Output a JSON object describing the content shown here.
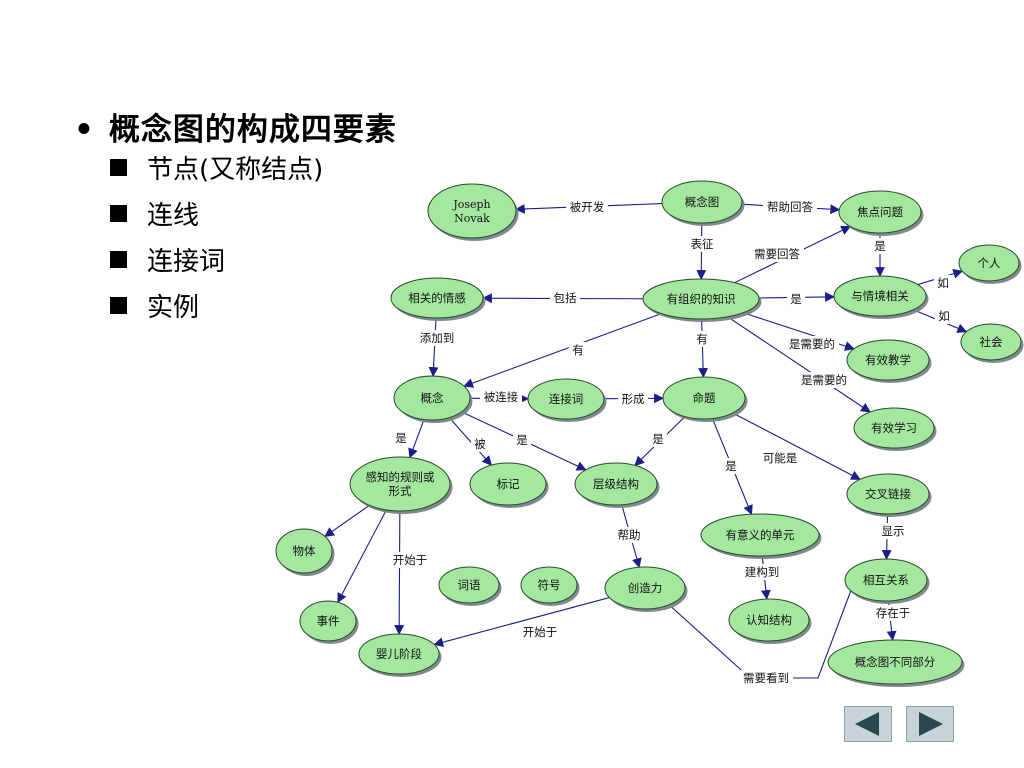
{
  "slide": {
    "title": "概念图的构成四要素",
    "bullet_glyph": "•",
    "bullets": [
      "节点(又称结点)",
      "连线",
      "连接词",
      "实例"
    ]
  },
  "colors": {
    "node_fill": "#a4e8a0",
    "node_stroke": "#2b4a2b",
    "node_shadow": "#7f8a8f",
    "edge": "#1a1d8a",
    "label": "#111111",
    "nav_button": "#c8d3d8",
    "nav_arrow": "#2a4750"
  },
  "nodes": [
    {
      "id": "novak",
      "label": "Joseph\nNovak"
    },
    {
      "id": "concept_map",
      "label": "概念图"
    },
    {
      "id": "focus_question",
      "label": "焦点问题"
    },
    {
      "id": "individual",
      "label": "个人"
    },
    {
      "id": "related_feelings",
      "label": "相关的情感"
    },
    {
      "id": "organized_knowledge",
      "label": "有组织的知识"
    },
    {
      "id": "context_related",
      "label": "与情境相关"
    },
    {
      "id": "society",
      "label": "社会"
    },
    {
      "id": "effective_teaching",
      "label": "有效教学"
    },
    {
      "id": "concept",
      "label": "概念"
    },
    {
      "id": "linking_word",
      "label": "连接词"
    },
    {
      "id": "proposition",
      "label": "命题"
    },
    {
      "id": "effective_learning",
      "label": "有效学习"
    },
    {
      "id": "perceived_regularity",
      "label": "感知的规则或\n形式"
    },
    {
      "id": "tag",
      "label": "标记"
    },
    {
      "id": "hierarchy",
      "label": "层级结构"
    },
    {
      "id": "cross_link",
      "label": "交叉链接"
    },
    {
      "id": "object",
      "label": "物体"
    },
    {
      "id": "meaningful_unit",
      "label": "有意义的单元"
    },
    {
      "id": "word",
      "label": "词语"
    },
    {
      "id": "symbol",
      "label": "符号"
    },
    {
      "id": "creativity",
      "label": "创造力"
    },
    {
      "id": "interrelation",
      "label": "相互关系"
    },
    {
      "id": "event",
      "label": "事件"
    },
    {
      "id": "cognitive_structure",
      "label": "认知结构"
    },
    {
      "id": "infancy",
      "label": "婴儿阶段"
    },
    {
      "id": "concept_map_parts",
      "label": "概念图不同部分"
    }
  ],
  "links": [
    {
      "from": "concept_map",
      "to": "novak",
      "label": "被开发"
    },
    {
      "from": "concept_map",
      "to": "focus_question",
      "label": "帮助回答"
    },
    {
      "from": "concept_map",
      "to": "organized_knowledge",
      "label": "表征"
    },
    {
      "from": "organized_knowledge",
      "to": "focus_question",
      "label": "需要回答"
    },
    {
      "from": "focus_question",
      "to": "context_related",
      "label": "是"
    },
    {
      "from": "context_related",
      "to": "individual",
      "label": "如"
    },
    {
      "from": "context_related",
      "to": "society",
      "label": "如"
    },
    {
      "from": "organized_knowledge",
      "to": "related_feelings",
      "label": "包括"
    },
    {
      "from": "organized_knowledge",
      "to": "context_related",
      "label": "是"
    },
    {
      "from": "organized_knowledge",
      "to": "effective_teaching",
      "label": "是需要的"
    },
    {
      "from": "organized_knowledge",
      "to": "effective_learning",
      "label": "是需要的"
    },
    {
      "from": "organized_knowledge",
      "to": "concept",
      "label": "有"
    },
    {
      "from": "organized_knowledge",
      "to": "proposition",
      "label": "有"
    },
    {
      "from": "related_feelings",
      "to": "concept",
      "label": "添加到"
    },
    {
      "from": "concept",
      "to": "linking_word",
      "label": "被连接"
    },
    {
      "from": "linking_word",
      "to": "proposition",
      "label": "形成"
    },
    {
      "from": "concept",
      "to": "perceived_regularity",
      "label": "是"
    },
    {
      "from": "concept",
      "to": "tag",
      "label": "被"
    },
    {
      "from": "concept",
      "to": "hierarchy",
      "label": "是"
    },
    {
      "from": "proposition",
      "to": "hierarchy",
      "label": "是"
    },
    {
      "from": "proposition",
      "to": "meaningful_unit",
      "label": "是"
    },
    {
      "from": "proposition",
      "to": "cross_link",
      "label": "可能是"
    },
    {
      "from": "perceived_regularity",
      "to": "object",
      "label": ""
    },
    {
      "from": "perceived_regularity",
      "to": "event",
      "label": ""
    },
    {
      "from": "perceived_regularity",
      "to": "infancy",
      "label": "开始于"
    },
    {
      "from": "hierarchy",
      "to": "creativity",
      "label": "帮助"
    },
    {
      "from": "creativity",
      "to": "infancy",
      "label": "开始于"
    },
    {
      "from": "creativity",
      "to": "interrelation",
      "label": "需要看到"
    },
    {
      "from": "meaningful_unit",
      "to": "cognitive_structure",
      "label": "建构到"
    },
    {
      "from": "cross_link",
      "to": "interrelation",
      "label": "显示"
    },
    {
      "from": "interrelation",
      "to": "concept_map_parts",
      "label": "存在于"
    }
  ],
  "nav": {
    "prev_icon": "triangle-left-icon",
    "next_icon": "triangle-right-icon"
  }
}
